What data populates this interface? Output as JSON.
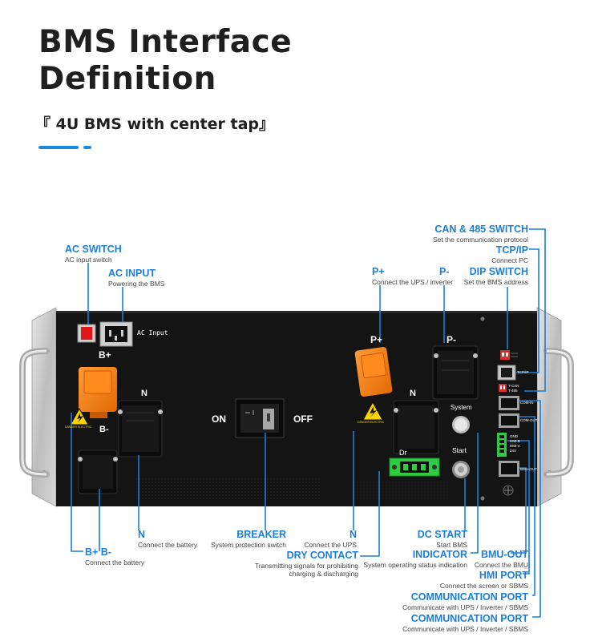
{
  "header": {
    "title_line1": "BMS Interface",
    "title_line2": "Definition",
    "subtitle": "『 4U BMS with center tap』",
    "accent_color": "#1b8be0"
  },
  "panel": {
    "ac_input": "AC Input",
    "b_plus": "B+",
    "n_left": "N",
    "b_minus": "B-",
    "on": "ON",
    "off": "OFF",
    "p_plus": "P+",
    "p_minus": "P-",
    "n_right": "N",
    "system": "System",
    "start": "Start",
    "dry": "Dr",
    "tcp": "TCP/IP",
    "tcan": "T-CAN",
    "t485": "T-485",
    "com_in": "COM-IN",
    "com_out": "COM-OUT",
    "gnd": "GND",
    "hmi_b": "HMI-B",
    "hmi_a": "HMI-A",
    "v24": "24V",
    "bmu_out": "BMU-OUT",
    "danger": "DANGER ELECTRIC"
  },
  "callouts": {
    "ac_switch": {
      "title": "AC SWITCH",
      "desc": "AC input switch"
    },
    "ac_input": {
      "title": "AC INPUT",
      "desc": "Powering the BMS"
    },
    "p_plus": {
      "title": "P+",
      "desc": "Connect the UPS / inverter"
    },
    "p_minus": {
      "title": "P-",
      "desc": ""
    },
    "can485": {
      "title": "CAN & 485 SWITCH",
      "desc": "Set the communication protocol"
    },
    "tcpip": {
      "title": "TCP/IP",
      "desc": "Connect PC"
    },
    "dip": {
      "title": "DIP SWITCH",
      "desc": "Set the BMS address"
    },
    "n_battery": {
      "title": "N",
      "desc": "Connect the battery"
    },
    "bb": {
      "title": "B+ B-",
      "desc": "Connect the battery"
    },
    "breaker": {
      "title": "BREAKER",
      "desc": "System protection switch"
    },
    "n_ups": {
      "title": "N",
      "desc": "Connect the UPS"
    },
    "dry_contact": {
      "title": "DRY CONTACT",
      "desc1": "Transmitting signals for prohibiting",
      "desc2": "charging & discharging"
    },
    "dc_start": {
      "title": "DC START",
      "desc": "Start BMS"
    },
    "indicator": {
      "title": "INDICATOR",
      "desc": "System operating status indication"
    },
    "bmu_out": {
      "title": "BMU-OUT",
      "desc": "Connect the BMU"
    },
    "hmi_port": {
      "title": "HMI PORT",
      "desc": "Connect the screen or SBMS"
    },
    "comm1": {
      "title": "COMMUNICATION PORT",
      "desc": "Communicate with UPS / Inverter / SBMS"
    },
    "comm2": {
      "title": "COMMUNICATION PORT",
      "desc": "Communicate with UPS / Inverter / SBMS"
    }
  }
}
